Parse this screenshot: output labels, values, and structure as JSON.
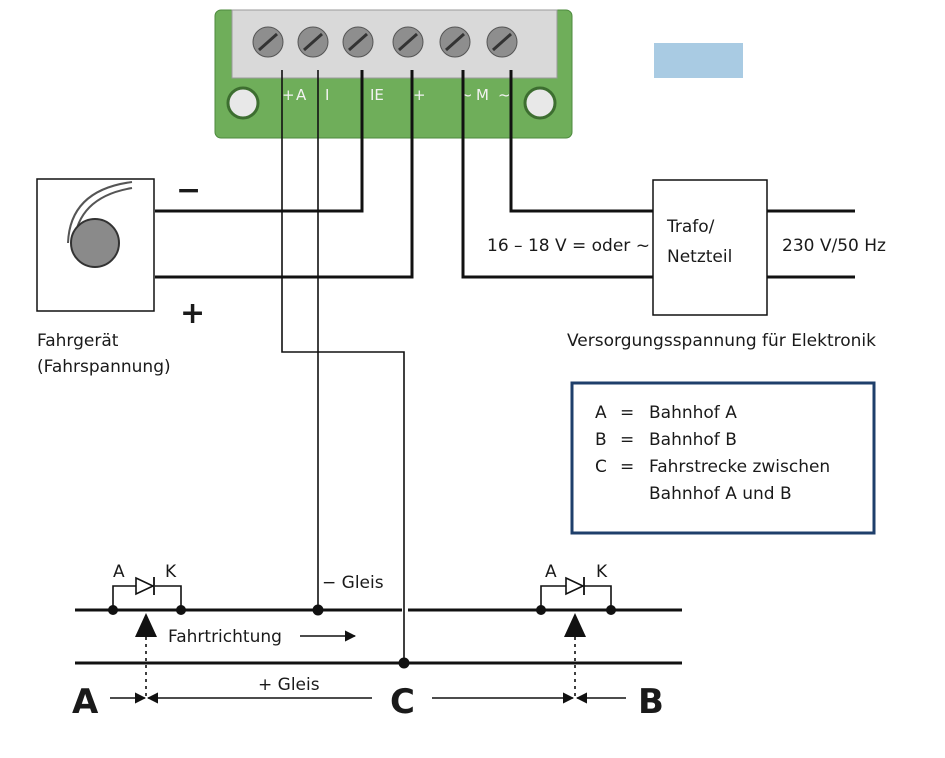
{
  "terminal_block": {
    "labels": [
      "+",
      "A",
      "I",
      "IE",
      "+",
      "~",
      "M",
      "~"
    ]
  },
  "controller": {
    "label_line1": "Fahrgerät",
    "label_line2": "(Fahrspannung)",
    "minus_sign": "−",
    "plus_sign": "+"
  },
  "transformer": {
    "label_line1": "Trafo/",
    "label_line2": "Netzteil",
    "input_voltage": "16 – 18 V = oder ~",
    "mains_voltage": "230 V/50 Hz"
  },
  "supply_caption": "Versorgungsspannung für Elektronik",
  "legend": {
    "rows": [
      {
        "key": "A",
        "eq": "=",
        "text": "Bahnhof A"
      },
      {
        "key": "B",
        "eq": "=",
        "text": "Bahnhof B"
      },
      {
        "key": "C",
        "eq": "=",
        "text": "Fahrstrecke zwischen"
      },
      {
        "key": "",
        "eq": "",
        "text": "Bahnhof A und B"
      }
    ],
    "border_color": "#1f3f6b"
  },
  "track": {
    "minus_rail_label": "− Gleis",
    "plus_rail_label": "+ Gleis",
    "direction_label": "Fahrtrichtung",
    "diode_anode": "A",
    "diode_cathode": "K",
    "section_a": "A",
    "section_b": "B",
    "section_c": "C"
  },
  "colors": {
    "pcb_green": "#6fae5a",
    "placeholder_blue": "#a9cbe3"
  }
}
